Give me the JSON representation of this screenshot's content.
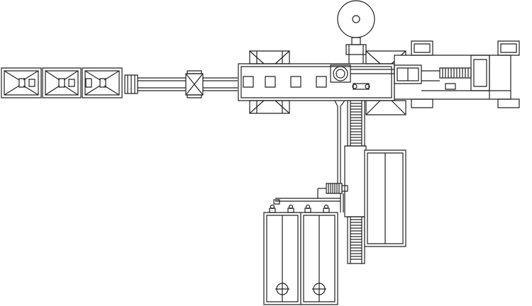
{
  "diagram": {
    "style": {
      "stroke": "#222222",
      "fill": "#ffffff",
      "accent_fill": "#1a1a1a"
    },
    "components": [
      "storage-tank",
      "belt-conveyor",
      "silo-tank",
      "pipeline",
      "mixing-vessel",
      "roller-conveyor",
      "circular-fan",
      "hopper-frame",
      "motor-pump"
    ]
  }
}
